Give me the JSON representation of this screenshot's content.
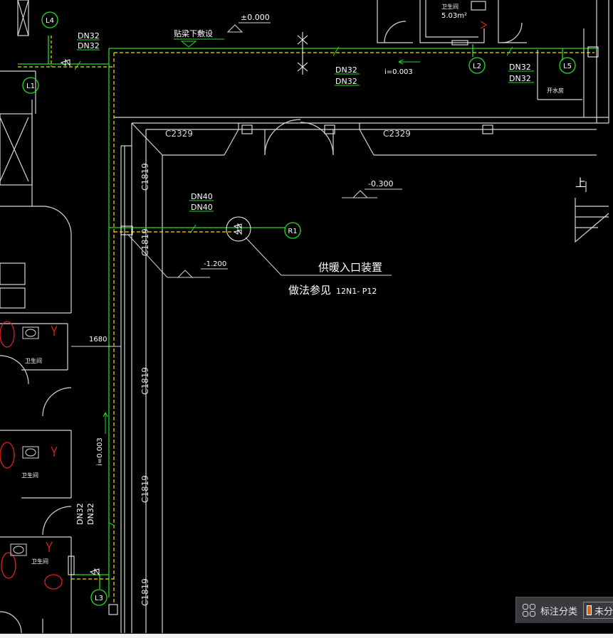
{
  "colors": {
    "wall": "#d6d6d6",
    "pipe_green": "#22dd22",
    "pipe_yellow": "#e8e000",
    "fixture_red": "#e02020",
    "label_white": "#ffffff",
    "background": "#000000"
  },
  "labels": {
    "dn32_top_a": "DN32",
    "dn32_top_b": "DN32",
    "beam_note": "贴梁下敷设",
    "elev_top": "±0.000",
    "dn32_mid_a": "DN32",
    "dn32_mid_b": "DN32",
    "slope_top": "i=0.003",
    "dn32_right_a": "DN32",
    "dn32_right_b": "DN32",
    "window_a": "C2329",
    "window_b": "C2329",
    "elev_mid": "-0.300",
    "dn40_a": "DN40",
    "dn40_b": "DN40",
    "elev_low": "-1.200",
    "entry_device": "供暖入口装置",
    "reference": "做法参见",
    "reference_code": "12N1- P12",
    "dim_1680": "1680",
    "window_v1": "C1819",
    "window_v2": "C1819",
    "window_v3": "C1819",
    "window_v4": "C1819",
    "window_v5": "C1819",
    "slope_left": "i=0.003",
    "dn32_left_a": "DN32",
    "dn32_left_b": "DN32",
    "toilet_1": "卫生间",
    "toilet_2": "卫生间",
    "toilet_3": "卫生间",
    "toilet_top": "卫生间",
    "area_top": "5.03m²",
    "room_right": "开水房",
    "stair": "上"
  },
  "risers": {
    "L1": "L1",
    "L2": "L2",
    "L3": "L3",
    "L4": "L4",
    "L5": "L5",
    "R1": "R1"
  },
  "toolbar": {
    "category_label": "标注分类",
    "category_value": "未分"
  }
}
